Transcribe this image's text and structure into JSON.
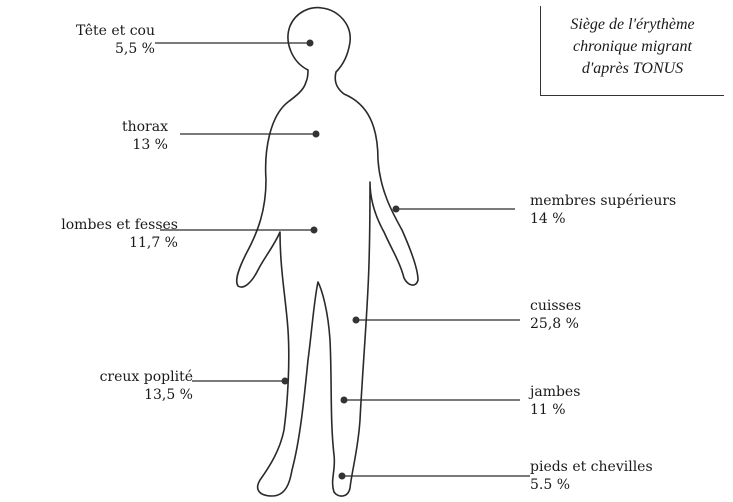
{
  "caption": {
    "line1": "Siège de l'érythème",
    "line2": "chronique migrant",
    "line3": "d'après TONUS"
  },
  "labels": [
    {
      "name": "Tête et cou",
      "value": "5,5 %"
    },
    {
      "name": "thorax",
      "value": "13 %"
    },
    {
      "name": "lombes et fesses",
      "value": "11,7 %"
    },
    {
      "name": "creux poplité",
      "value": "13,5 %"
    },
    {
      "name": "membres supérieurs",
      "value": "14 %"
    },
    {
      "name": "cuisses",
      "value": "25,8 %"
    },
    {
      "name": "jambes",
      "value": "11 %"
    },
    {
      "name": "pieds et chevilles",
      "value": "5.5 %"
    }
  ]
}
